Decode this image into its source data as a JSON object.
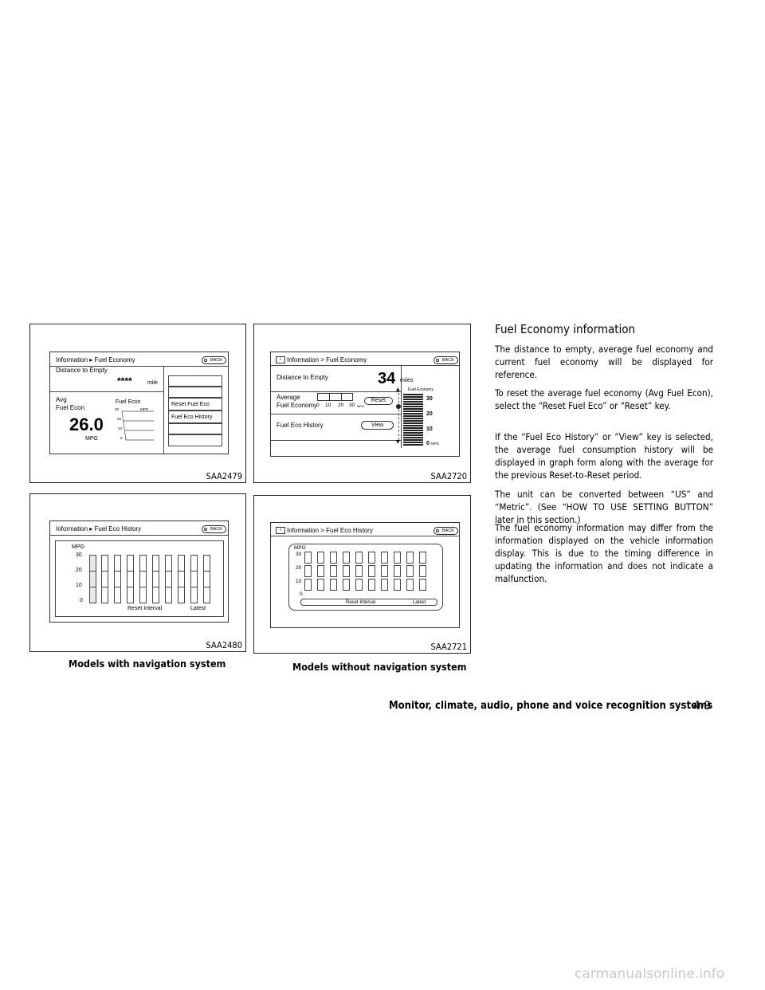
{
  "figures": {
    "fig1": {
      "code": "SAA2479",
      "title": "Information ▸ Fuel Economy",
      "back": "BACK",
      "distance_label": "Distance to Empty",
      "distance_value": "****",
      "distance_unit": "mile",
      "avg_label_1": "Avg",
      "avg_label_2": "Fuel Econ",
      "avg_value": "26.0",
      "avg_unit": "MPG",
      "gauge_title": "Fuel Econ",
      "gauge_unit": "MPG",
      "gauge_ticks": [
        "30",
        "20",
        "10",
        "0"
      ],
      "menu": [
        "Reset Fuel Eco",
        "Fuel Eco History"
      ]
    },
    "fig2": {
      "code": "SAA2720",
      "title": "Information > Fuel Economy",
      "back": "BACK",
      "distance_label": "Distance to Empty",
      "distance_value": "34",
      "distance_unit": "miles",
      "avg_label_1": "Average",
      "avg_label_2": "Fuel Economy",
      "scale_ticks": [
        "0",
        "10",
        "20",
        "30"
      ],
      "scale_unit": "MPG",
      "reset_button": "Reset",
      "history_label": "Fuel Eco History",
      "view_button": "View",
      "gauge_title": "Fuel Economy",
      "gauge_ticks": [
        "30",
        "20",
        "10",
        "0"
      ],
      "gauge_unit": "MPG"
    },
    "fig3": {
      "code": "SAA2480",
      "title": "Information ▸ Fuel Eco History",
      "back": "BACK",
      "y_title": "MPG",
      "y_ticks": [
        "30",
        "20",
        "10",
        "0"
      ],
      "reset_interval": "Reset Interval",
      "latest": "Latest"
    },
    "fig4": {
      "code": "SAA2721",
      "title": "Information > Fuel Eco History",
      "back": "BACK",
      "y_title": "MPG",
      "y_ticks": [
        "30",
        "20",
        "10",
        "0"
      ],
      "reset_interval": "Reset Interval",
      "latest": "Latest"
    }
  },
  "captions": {
    "with_nav": "Models with navigation system",
    "without_nav": "Models without navigation system"
  },
  "section": {
    "heading": "Fuel Economy information",
    "paragraphs": [
      "The distance to empty, average fuel economy and current fuel economy will be displayed for reference.",
      "To reset the average fuel economy (Avg Fuel Econ), select the “Reset Fuel Eco” or “Reset” key.",
      "If the “Fuel Eco History” or “View” key is selected, the average fuel consumption history will be displayed in graph form along with the average for the previous Reset-to-Reset period.",
      "The unit can be converted between “US” and “Metric”. (See “HOW TO USE SETTING BUTTON” later in this section.)",
      "The fuel economy information may differ from the information displayed on the vehicle information display. This is due to the timing difference in updating the information and does not indicate a malfunction."
    ]
  },
  "footer": {
    "chapter": "Monitor, climate, audio, phone and voice recognition systems",
    "page": "4-9"
  },
  "watermark": "carmanualsonline.info"
}
